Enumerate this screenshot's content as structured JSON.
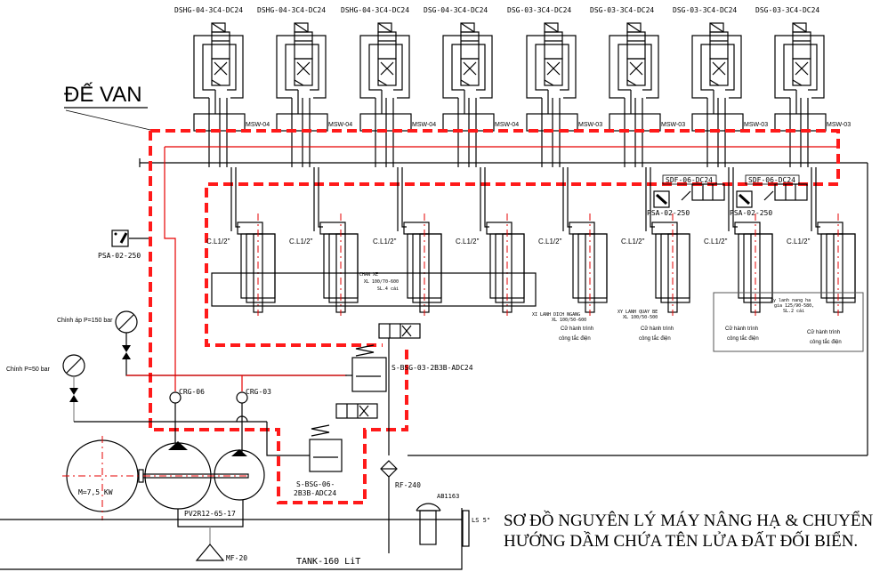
{
  "diagram": {
    "title_line1": "SƠ ĐỒ NGUYÊN LÝ MÁY NÂNG HẠ & CHUYỂN",
    "title_line2": "HƯỚNG DẦM CHỨA TÊN LỬA ĐẤT ĐỐI BIỂN.",
    "valve_base_label": "ĐẾ VAN",
    "colors": {
      "line": "#000000",
      "pressure_line": "#e60000",
      "valve_base_border": "#ff1a1a",
      "secondary_line": "#888888"
    },
    "directional_valves": [
      {
        "model": "DSHG-04-3C4-DC24",
        "modular": "MSW-04"
      },
      {
        "model": "DSHG-04-3C4-DC24",
        "modular": "MSW-04"
      },
      {
        "model": "DSHG-04-3C4-DC24",
        "modular": "MSW-04"
      },
      {
        "model": "DSG-04-3C4-DC24",
        "modular": "MSW-04"
      },
      {
        "model": "DSG-03-3C4-DC24",
        "modular": "MSW-03"
      },
      {
        "model": "DSG-03-3C4-DC24",
        "modular": "MSW-03"
      },
      {
        "model": "DSG-03-3C4-DC24",
        "modular": "MSW-03"
      },
      {
        "model": "DSG-03-3C4-DC24",
        "modular": "MSW-03"
      }
    ],
    "flow_controls": [
      {
        "model": "SDF-06-DC24",
        "switch": "PSA-02-250"
      },
      {
        "model": "SDF-06-DC24",
        "switch": "PSA-02-250"
      }
    ],
    "pressure_switch_left": "PSA-02-250",
    "cylinders": [
      {
        "fitting": "C.L1/2\""
      },
      {
        "fitting": "C.L1/2\""
      },
      {
        "fitting": "C.L1/2\""
      },
      {
        "fitting": "C.L1/2\""
      },
      {
        "fitting": "C.L1/2\""
      },
      {
        "fitting": "C.L1/2\""
      },
      {
        "fitting": "C.L1/2\""
      },
      {
        "fitting": "C.L1/2\""
      }
    ],
    "cylinder_groups": {
      "chassis": {
        "line1": "CHAN XE",
        "line2": "XL 100/70-600",
        "line3": "SL.4 cái"
      },
      "slide": {
        "line1": "XI LANH DICH NGANG",
        "line2": "XL 100/50-600"
      },
      "rotate": {
        "line1": "XY LANH QUAY BE",
        "line2": "XL 100/50-500"
      },
      "lift": {
        "line1": "Xy lanh nang ha",
        "line2": "gia 125/90-580,",
        "line3": "SL.2 cái"
      }
    },
    "limit_switch": {
      "line1": "Cữ hành trình",
      "line2": "công tắc điện"
    },
    "gauges": {
      "high": "Chỉnh áp P=150 bar",
      "low": "Chỉnh P=50 bar"
    },
    "check_valves": [
      "CRG-06",
      "CRG-03"
    ],
    "relief_valves": {
      "upper": "S-BSG-03-2B3B-ADC24",
      "lower_line1": "S-BSG-06-",
      "lower_line2": "2B3B-ADC24"
    },
    "return_filter": "RF-240",
    "air_breather": "AB1163",
    "level_gauge": "LS 5\"",
    "motor": "M=7,5 KW",
    "pump": "PV2R12-65-17",
    "suction_filter": "MF-20",
    "tank": "TANK-160 LiT"
  }
}
